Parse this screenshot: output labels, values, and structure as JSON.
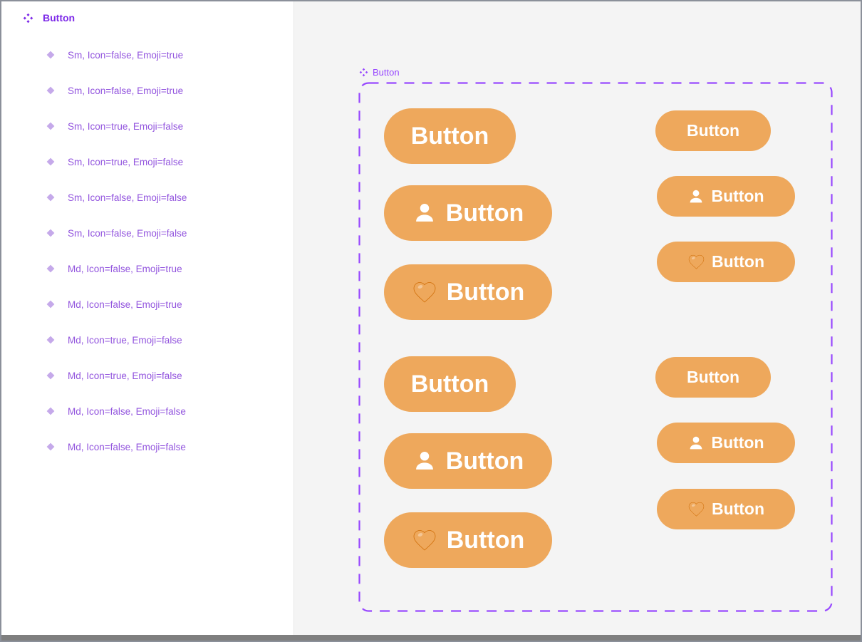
{
  "sidebar": {
    "root": {
      "label": "Button",
      "icon": "component-set-icon"
    },
    "items": [
      "Sm, Icon=false, Emoji=true",
      "Sm, Icon=false, Emoji=true",
      "Sm, Icon=true, Emoji=false",
      "Sm, Icon=true, Emoji=false",
      "Sm, Icon=false, Emoji=false",
      "Sm, Icon=false, Emoji=false",
      "Md, Icon=false, Emoji=true",
      "Md, Icon=false, Emoji=true",
      "Md, Icon=true, Emoji=false",
      "Md, Icon=true, Emoji=false",
      "Md, Icon=false, Emoji=false",
      "Md, Icon=false, Emoji=false"
    ],
    "item_icon": "variant-diamond-icon"
  },
  "canvas": {
    "component_set_label": "Button",
    "button_label": "Button",
    "icons": {
      "user": "user-icon",
      "emoji": "orange-heart-emoji"
    },
    "colors": {
      "button_fill": "#EEA85C",
      "button_text": "#FFFFFF",
      "component_outline": "#9747FF",
      "sidebar_root_text": "#7D2AE8",
      "sidebar_variant_text": "#9254DE",
      "canvas_background": "#F4F4F4",
      "sidebar_background": "#FFFFFF"
    }
  }
}
